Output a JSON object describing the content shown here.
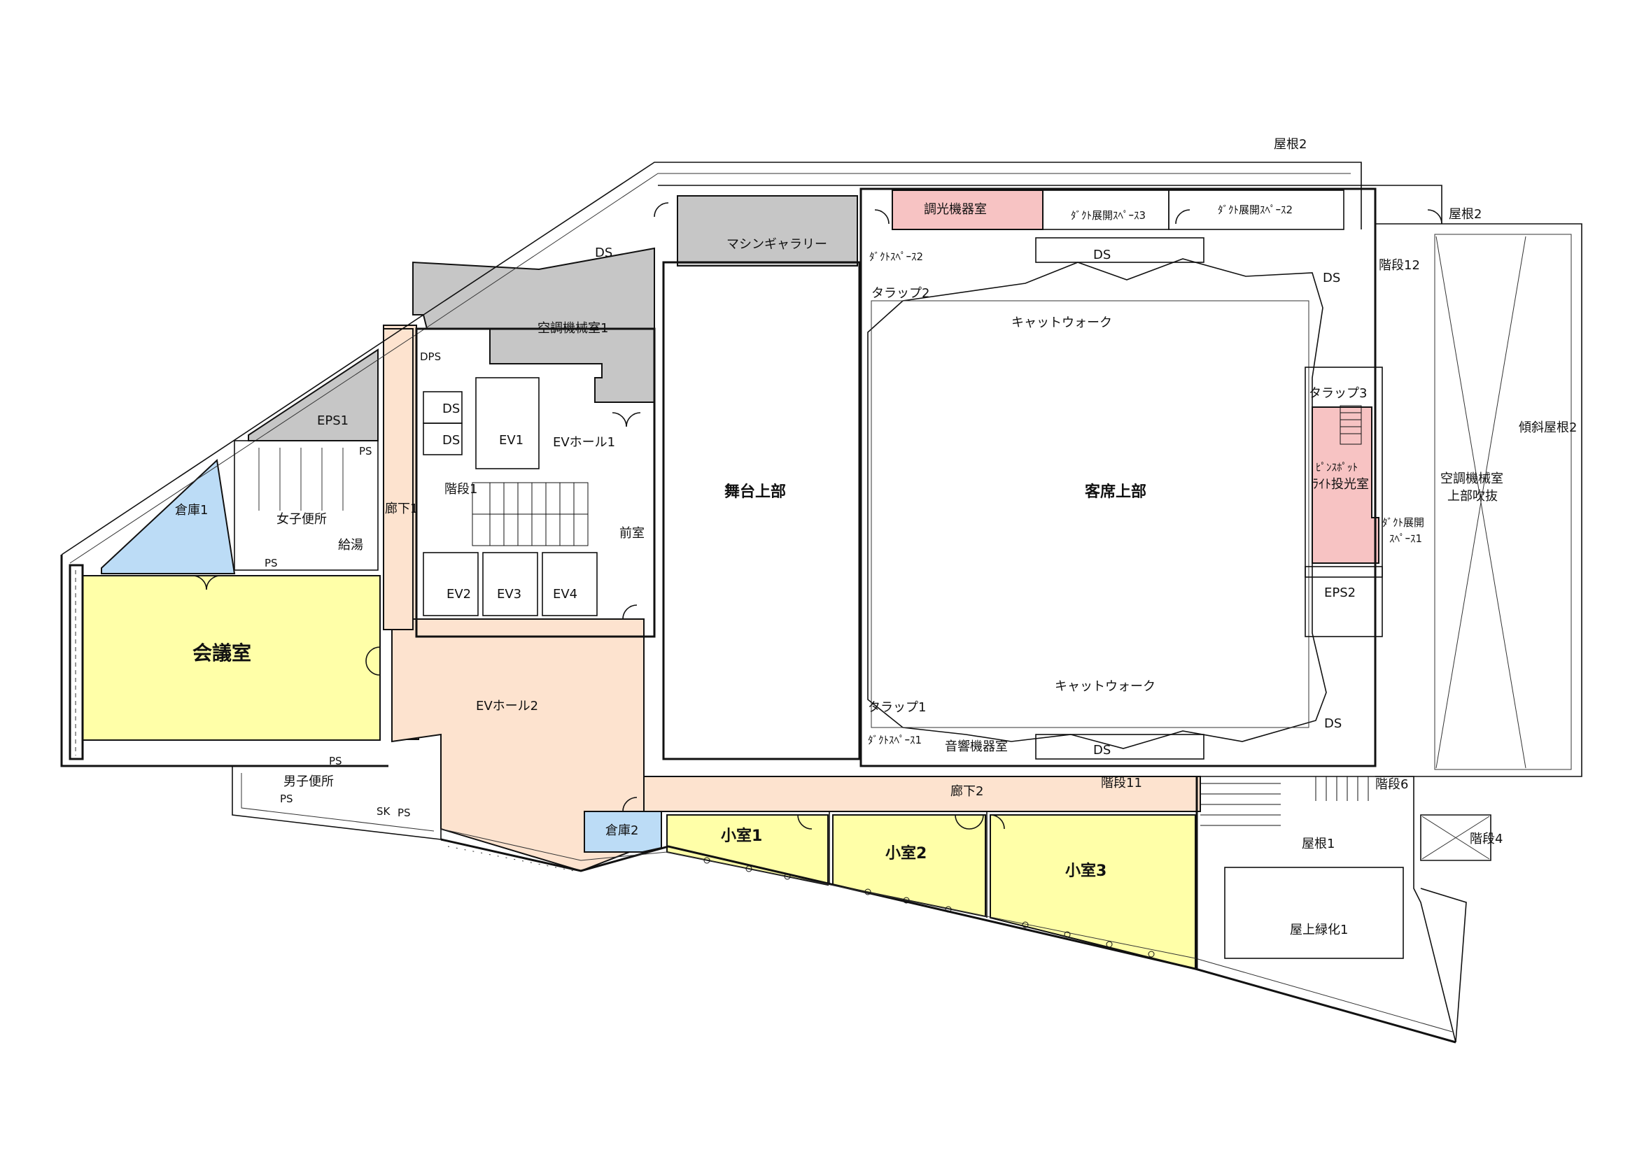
{
  "colors": {
    "meeting_room": "#ffffa8",
    "small_room": "#ffffa8",
    "storage": "#bcdcf6",
    "corridor_hall": "#fde3cf",
    "machine_room": "#c6c6c6",
    "lighting_room": "#f7c3c3",
    "wall": "#111111",
    "background": "#ffffff"
  },
  "labels": {
    "roof2_top": "屋根2",
    "roof2_right": "屋根2",
    "dimmer_room": "調光機器室",
    "duct_space3": "ﾀﾞｸﾄ展開ｽﾍﾟｰｽ3",
    "duct_space2": "ﾀﾞｸﾄ展開ｽﾍﾟｰｽ2",
    "machine_gallery": "マシンギャラリー",
    "ds_top_left": "DS",
    "ds_top_mid": "DS",
    "ds_top_right": "DS",
    "ds_bottom_mid": "DS",
    "ds_bottom_right": "DS",
    "ds_elev1": "DS",
    "ds_elev2": "DS",
    "dps": "DPS",
    "stairs12": "階段12",
    "duct_space_small2": "ﾀﾞｸﾄｽﾍﾟｰｽ2",
    "trap2": "タラップ2",
    "catwalk_top": "キャットウォーク",
    "catwalk_bottom": "キャットウォーク",
    "ac_room1": "空調機械室1",
    "eps1": "EPS1",
    "eps2": "EPS2",
    "ev1": "EV1",
    "ev2": "EV2",
    "ev3": "EV3",
    "ev4": "EV4",
    "ev_hall1": "EVホール1",
    "ev_hall2": "EVホール2",
    "stairs1": "階段1",
    "storage1": "倉庫1",
    "storage2": "倉庫2",
    "womens_wc": "女子便所",
    "mens_wc": "男子便所",
    "kitchenette": "給湯",
    "corridor1": "廊下1",
    "corridor2": "廊下2",
    "ps_1": "PS",
    "ps_2": "PS",
    "ps_3": "PS",
    "ps_4": "PS",
    "ps_5": "PS",
    "sk": "SK",
    "meeting_room": "会議室",
    "anteroom": "前室",
    "stage_upper": "舞台上部",
    "audience_upper": "客席上部",
    "trap3": "タラップ3",
    "pinspot_room_line1": "ﾋﾟﾝｽﾎﾟｯﾄ",
    "pinspot_room_line2": "ﾗｲﾄ投光室",
    "duct_space1_line1": "ﾀﾞｸﾄ展開",
    "duct_space1_line2": "ｽﾍﾟｰｽ1",
    "sloped_roof2": "傾斜屋根2",
    "ac_room_void_line1": "空調機械室",
    "ac_room_void_line2": "上部吹抜",
    "trap1": "タラップ1",
    "duct_space_small1": "ﾀﾞｸﾄｽﾍﾟｰｽ1",
    "sound_room": "音響機器室",
    "stairs11": "階段11",
    "stairs6": "階段6",
    "stairs4": "階段4",
    "roof1": "屋根1",
    "rooftop_green1": "屋上緑化1",
    "small_room1": "小室1",
    "small_room2": "小室2",
    "small_room3": "小室3"
  }
}
